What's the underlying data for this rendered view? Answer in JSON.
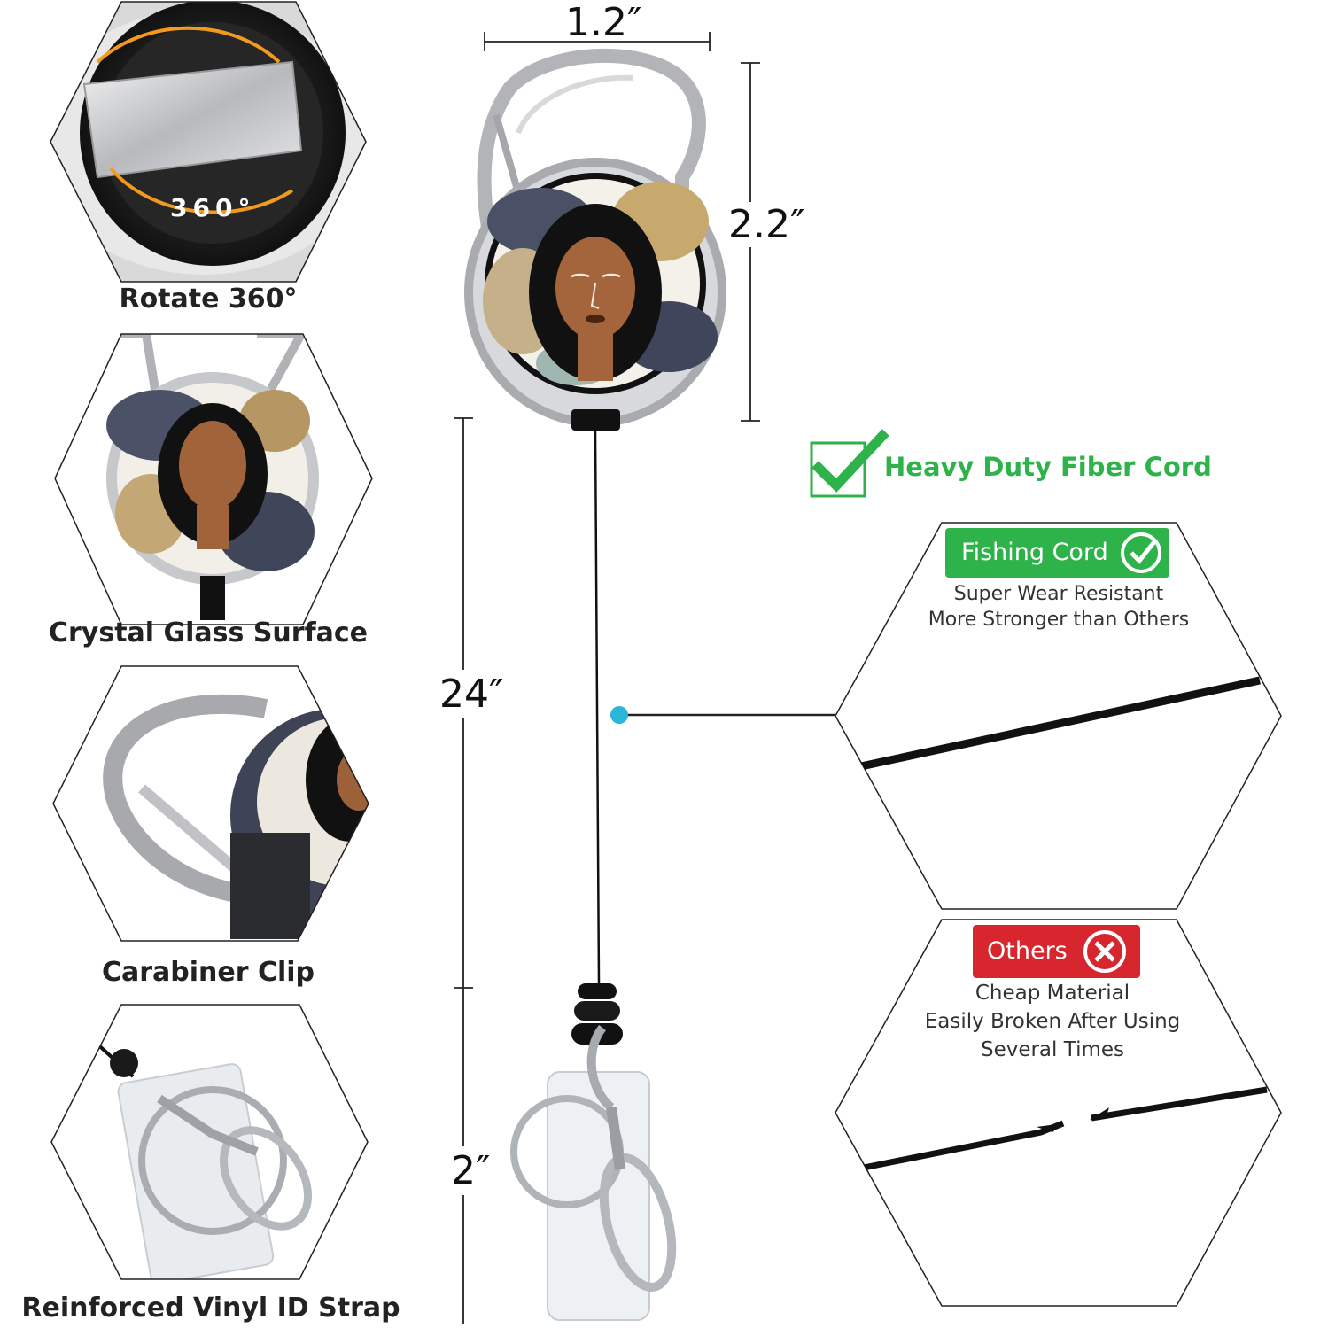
{
  "features": [
    {
      "label": "Rotate 360°",
      "image_text": "360°"
    },
    {
      "label": "Crystal Glass Surface"
    },
    {
      "label": "Carabiner Clip"
    },
    {
      "label": "Reinforced Vinyl ID Strap"
    }
  ],
  "dimensions": {
    "width": "1.2″",
    "reel_height": "2.2″",
    "cord_length": "24″",
    "strap_length": "2″"
  },
  "headline": "Heavy Duty Fiber Cord",
  "comparison": {
    "good": {
      "badge": "Fishing Cord",
      "lines": [
        "Super Wear Resistant",
        "More Stronger than Others"
      ]
    },
    "bad": {
      "badge": "Others",
      "lines": [
        "Cheap Material",
        "Easily Broken After Using",
        "Several Times"
      ]
    }
  },
  "colors": {
    "green": "#2eb24a",
    "red": "#d8262e",
    "dot": "#29b6d8",
    "metal": "#c9ccd0"
  }
}
